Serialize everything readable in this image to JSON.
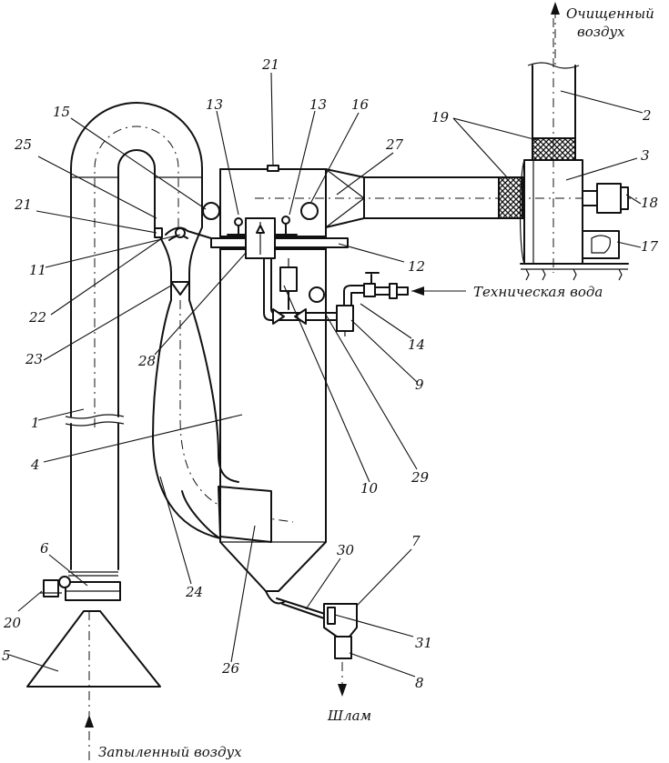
{
  "labels": {
    "clean_air_1": "Очищенный",
    "clean_air_2": "воздух",
    "tech_water": "Техническая вода",
    "sludge": "Шлам",
    "dusty_air": "Запыленный воздух"
  },
  "numbers": {
    "n1": "1",
    "n2": "2",
    "n3": "3",
    "n4": "4",
    "n5": "5",
    "n6": "6",
    "n7": "7",
    "n8": "8",
    "n9": "9",
    "n10": "10",
    "n11": "11",
    "n12": "12",
    "n13a": "13",
    "n13b": "13",
    "n14": "14",
    "n15": "15",
    "n16": "16",
    "n17": "17",
    "n18": "18",
    "n19": "19",
    "n20": "20",
    "n21a": "21",
    "n21b": "21",
    "n22": "22",
    "n23": "23",
    "n24": "24",
    "n25": "25",
    "n26": "26",
    "n27": "27",
    "n28": "28",
    "n29": "29",
    "n30": "30",
    "n31": "31"
  }
}
